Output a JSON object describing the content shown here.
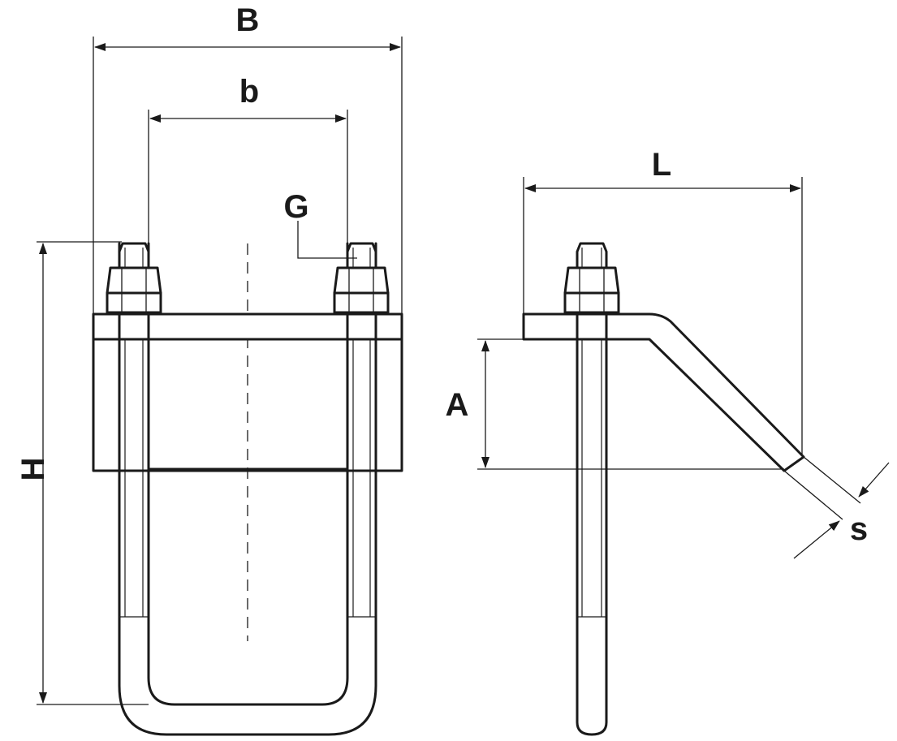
{
  "labels": {
    "B": "B",
    "b": "b",
    "G": "G",
    "H": "H",
    "L": "L",
    "A": "A",
    "s": "s"
  },
  "colors": {
    "line": "#1a1a1a",
    "background": "#ffffff"
  }
}
